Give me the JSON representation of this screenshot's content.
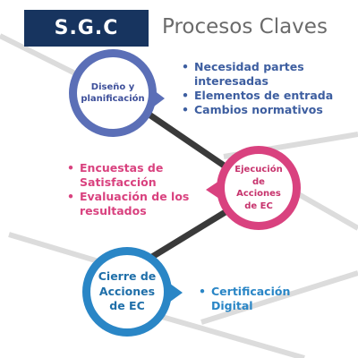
{
  "header": {
    "badge": "S.G.C",
    "title": "Procesos Claves"
  },
  "nodes": [
    {
      "label": "Diseño y planificación",
      "color": "#5b6fb7"
    },
    {
      "label": "Ejecución de Acciones de EC",
      "color": "#d9427f"
    },
    {
      "label": "Cierre de Acciones de EC",
      "color": "#2a86c6"
    }
  ],
  "lists": {
    "design": {
      "color": "#3d5ea0",
      "items": [
        "Necesidad partes interesadas",
        "Elementos de entrada",
        "Cambios normativos"
      ]
    },
    "execution": {
      "color": "#d9427f",
      "items": [
        "Encuestas de Satisfacción",
        "Evaluación de los resultados"
      ]
    },
    "closure": {
      "color": "#2a86c6",
      "items": [
        "Certificación Digital"
      ]
    }
  },
  "colors": {
    "header_bg": "#17345f",
    "connector": "#3a3a3a",
    "background_lines": "#dcdcdc"
  }
}
